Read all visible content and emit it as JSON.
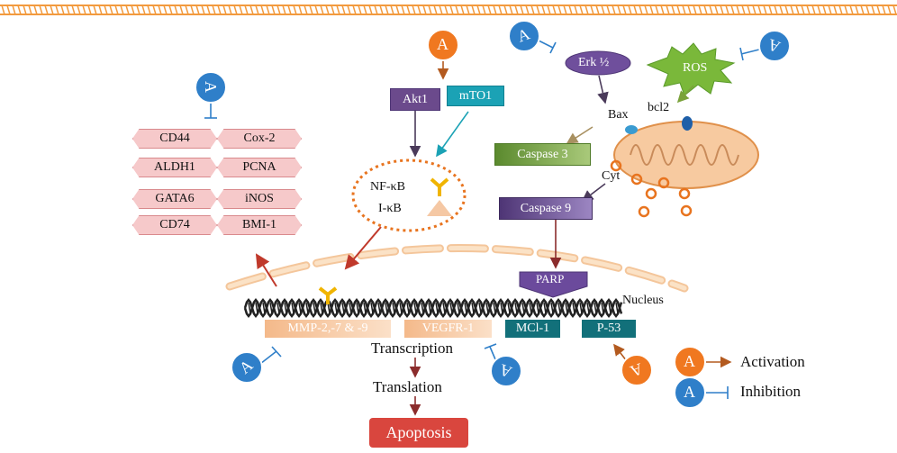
{
  "markers": [
    "CD44",
    "Cox-2",
    "ALDH1",
    "PCNA",
    "GATA6",
    "iNOS",
    "CD74",
    "BMI-1"
  ],
  "akt1": "Akt1",
  "mto1": "mTO1",
  "nfkb": "NF-κB",
  "ikb": "I-κB",
  "erk": "Erk ½",
  "ros": "ROS",
  "bax": "Bax",
  "bcl2": "bcl2",
  "caspase3": "Caspase 3",
  "caspase9": "Caspase 9",
  "cyt": "Cyt",
  "parp": "PARP",
  "nucleus": "Nucleus",
  "genes": {
    "mmp": "MMP-2,-7 & -9",
    "vegfr": "VEGFR-1",
    "mcl": "MCl-1",
    "p53": "P-53"
  },
  "transcription": "Transcription",
  "translation": "Translation",
  "apoptosis": "Apoptosis",
  "badge_letter": "A",
  "legend": {
    "activation": "Activation",
    "inhibition": "Inhibition"
  },
  "colors": {
    "membrane": "#f29a3e",
    "activator": "#f07820",
    "inhibitor": "#2f7fc9",
    "akt": "#6b4a8c",
    "mto": "#1ba2b5",
    "caspase3": "#6b9a3a",
    "caspase9": "#5c4182",
    "apoptosis": "#d9463e",
    "gene_teal": "#12707a"
  }
}
